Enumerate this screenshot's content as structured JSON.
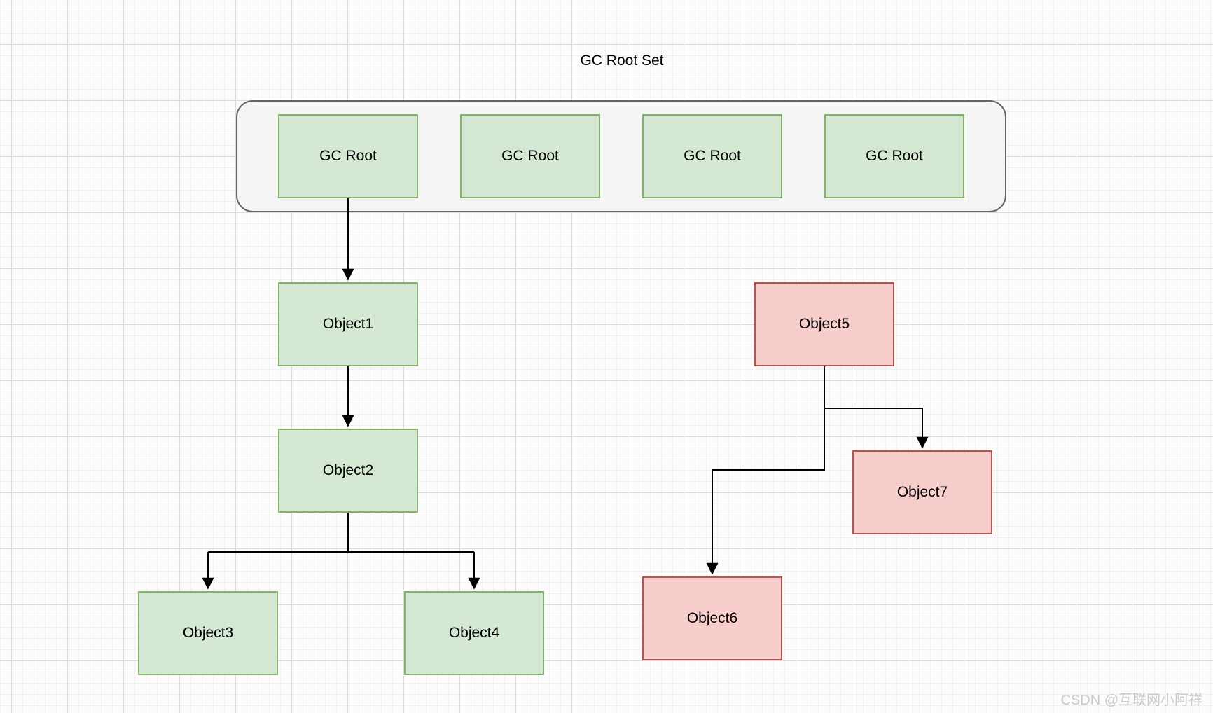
{
  "title": "GC Root Set",
  "watermark": "CSDN @互联网小阿祥",
  "gc_roots": [
    {
      "label": "GC Root"
    },
    {
      "label": "GC Root"
    },
    {
      "label": "GC Root"
    },
    {
      "label": "GC Root"
    }
  ],
  "objects": {
    "object1": {
      "label": "Object1",
      "color": "green"
    },
    "object2": {
      "label": "Object2",
      "color": "green"
    },
    "object3": {
      "label": "Object3",
      "color": "green"
    },
    "object4": {
      "label": "Object4",
      "color": "green"
    },
    "object5": {
      "label": "Object5",
      "color": "red"
    },
    "object6": {
      "label": "Object6",
      "color": "red"
    },
    "object7": {
      "label": "Object7",
      "color": "red"
    }
  },
  "edges": [
    {
      "from": "GC Root 1",
      "to": "Object1"
    },
    {
      "from": "Object1",
      "to": "Object2"
    },
    {
      "from": "Object2",
      "to": "Object3"
    },
    {
      "from": "Object2",
      "to": "Object4"
    },
    {
      "from": "Object5",
      "to": "Object7"
    },
    {
      "from": "Object5",
      "to": "Object6"
    }
  ],
  "colors": {
    "green_fill": "#d5e8d4",
    "green_border": "#82b366",
    "red_fill": "#f8cecc",
    "red_border": "#b85450",
    "container_fill": "#f5f5f5",
    "container_border": "#666666",
    "edge": "#000000",
    "watermark": "#c9c9c9"
  }
}
